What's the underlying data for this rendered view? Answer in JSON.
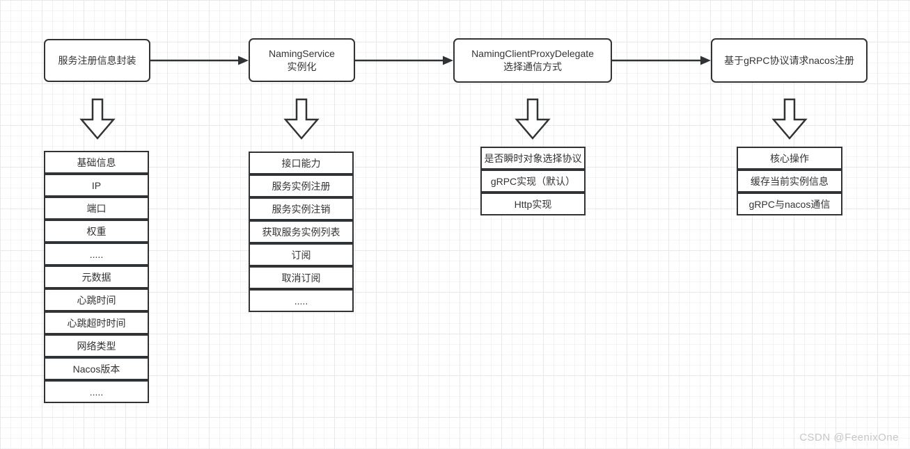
{
  "flow": {
    "steps": [
      "服务注册信息封装",
      "NamingService\n实例化",
      "NamingClientProxyDelegate\n选择通信方式",
      "基于gRPC协议请求nacos注册"
    ]
  },
  "lists": [
    {
      "items": [
        "基础信息",
        "IP",
        "端口",
        "权重",
        ".....",
        "元数据",
        "心跳时间",
        "心跳超时时间",
        "网络类型",
        "Nacos版本",
        "....."
      ]
    },
    {
      "items": [
        "接口能力",
        "服务实例注册",
        "服务实例注销",
        "获取服务实例列表",
        "订阅",
        "取消订阅",
        "....."
      ]
    },
    {
      "items": [
        "是否瞬时对象选择协议",
        "gRPC实现（默认）",
        "Http实现"
      ]
    },
    {
      "items": [
        "核心操作",
        "缓存当前实例信息",
        "gRPC与nacos通信"
      ]
    }
  ],
  "watermark": "CSDN @FeenixOne",
  "colors": {
    "box_border": "#2f3335",
    "text": "#333333",
    "grid_minor": "#f2f3f4",
    "grid_major": "#e6e8ea",
    "watermark": "#c6c6c6",
    "background": "#ffffff"
  }
}
